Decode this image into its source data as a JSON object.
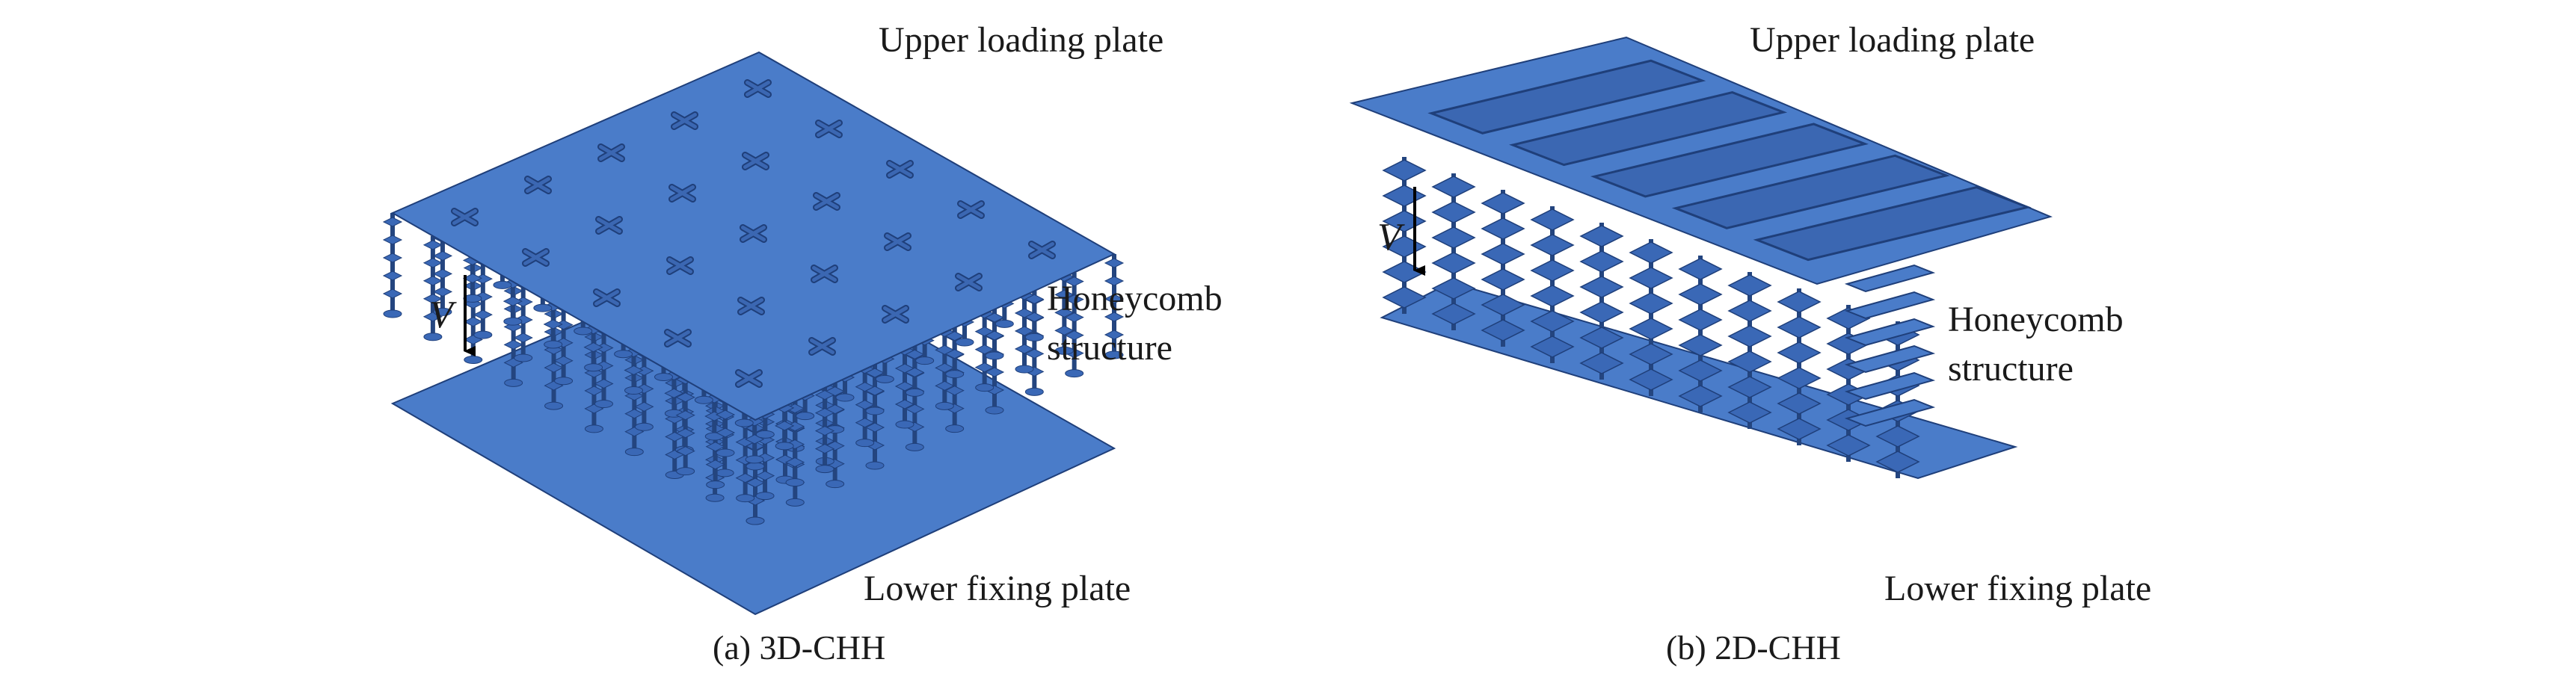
{
  "colors": {
    "plate": "#4a7cc9",
    "edge": "#1f3f7a",
    "wall": "#3a68b6",
    "wall_dark": "#24457f",
    "hole": "#3b67b2",
    "text": "#1a1a1a"
  },
  "panel_a": {
    "upper_label": "Upper loading plate",
    "honeycomb_label_line1": "Honeycomb",
    "honeycomb_label_line2": "structure",
    "lower_label": "Lower fixing plate",
    "velocity_label": "V",
    "caption": "(a) 3D-CHH",
    "hole_icon": "cross-hole-icon"
  },
  "panel_b": {
    "upper_label": "Upper loading plate",
    "honeycomb_label_line1": "Honeycomb",
    "honeycomb_label_line2": "structure",
    "lower_label": "Lower fixing plate",
    "velocity_label": "V",
    "caption": "(b) 2D-CHH",
    "slot_icon": "rect-slot-icon"
  }
}
